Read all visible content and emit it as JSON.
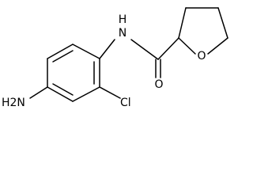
{
  "molecule": {
    "atoms": {
      "amino": "H2N",
      "amide_nitrogen": "N",
      "amide_hydrogen": "H",
      "chlorine": "Cl",
      "carbonyl_oxygen": "O",
      "ring_oxygen": "O"
    }
  }
}
